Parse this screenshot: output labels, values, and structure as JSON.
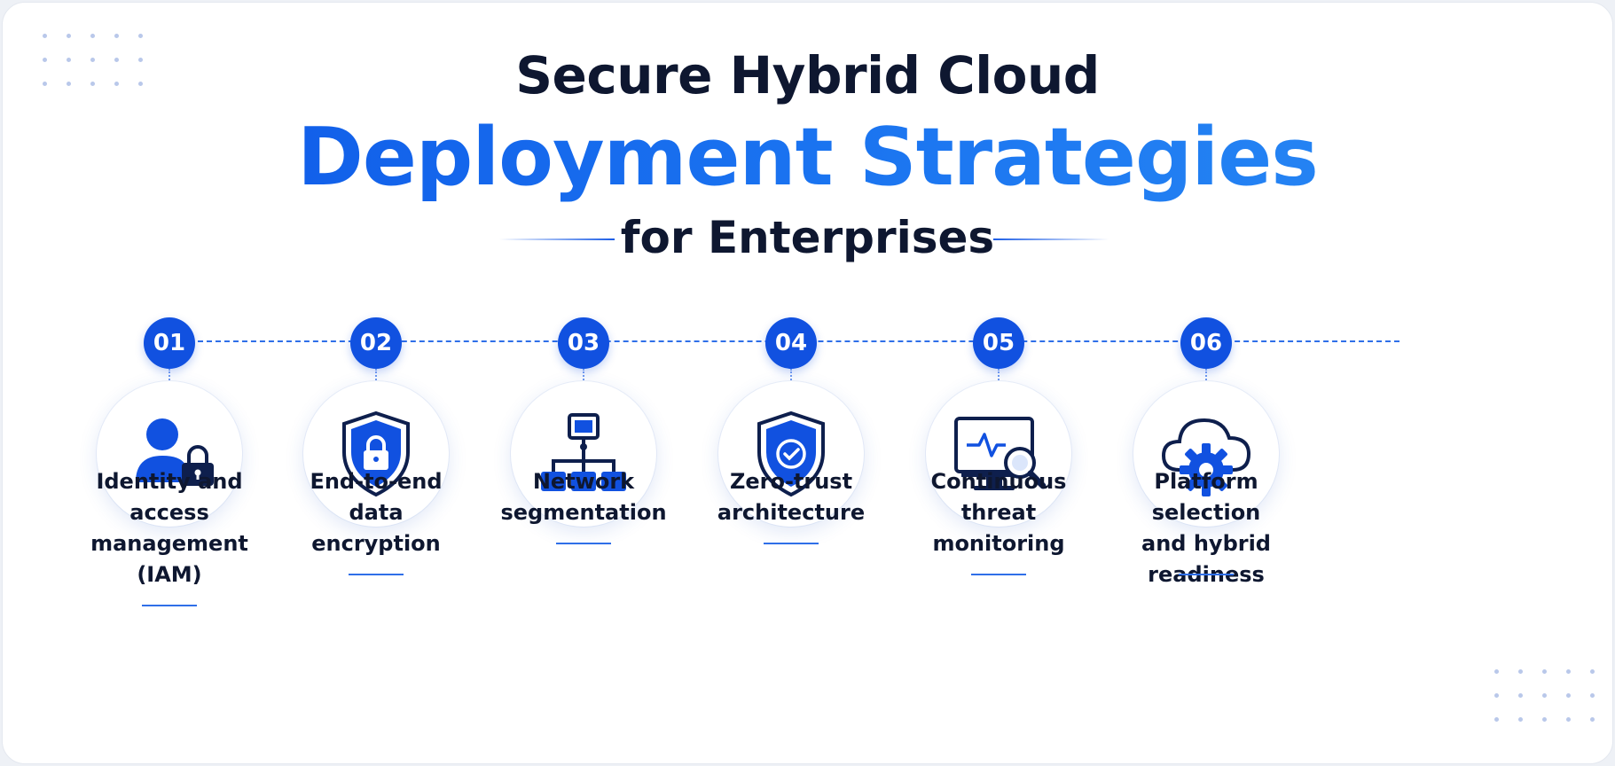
{
  "header": {
    "title_line1": "Secure Hybrid Cloud",
    "title_line2": "Deployment Strategies",
    "subtitle": "for Enterprises"
  },
  "colors": {
    "accent": "#1151e0",
    "heading": "#0e1730",
    "background": "#ffffff"
  },
  "steps": [
    {
      "number": "01",
      "label_lines": [
        "Identity and",
        "access",
        "management",
        "(IAM)"
      ],
      "icon": "user-lock-icon"
    },
    {
      "number": "02",
      "label_lines": [
        "End-to-end",
        "data",
        "encryption"
      ],
      "icon": "shield-lock-icon"
    },
    {
      "number": "03",
      "label_lines": [
        "Network",
        "segmentation"
      ],
      "icon": "network-hierarchy-icon"
    },
    {
      "number": "04",
      "label_lines": [
        "Zero-trust",
        "architecture"
      ],
      "icon": "shield-check-icon"
    },
    {
      "number": "05",
      "label_lines": [
        "Continuous",
        "threat",
        "monitoring"
      ],
      "icon": "monitor-magnifier-icon"
    },
    {
      "number": "06",
      "label_lines": [
        "Platform selection",
        "and hybrid",
        "readiness"
      ],
      "icon": "cloud-gear-icon"
    }
  ]
}
